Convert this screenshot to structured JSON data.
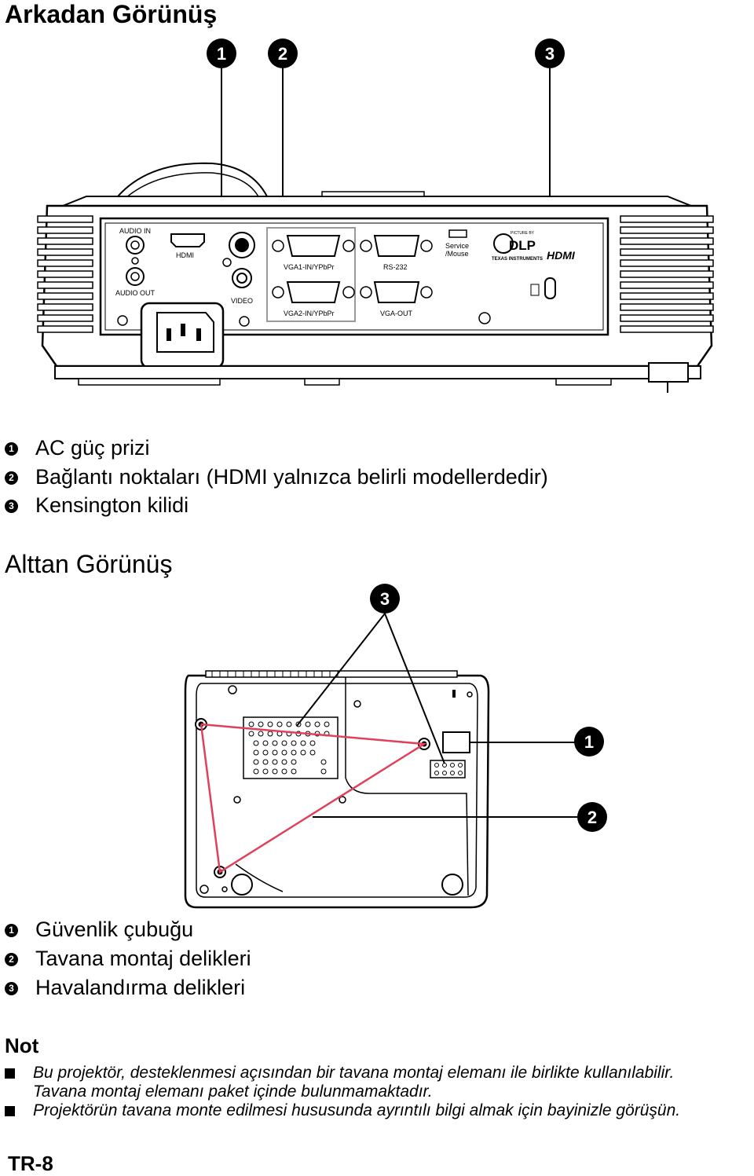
{
  "rear": {
    "title": "Arkadan Görünüş",
    "callouts": [
      "1",
      "2",
      "3"
    ],
    "panel_labels": {
      "audio_in": "AUDIO IN",
      "audio_out": "AUDIO OUT",
      "hdmi": "HDMI",
      "video": "VIDEO",
      "vga1": "VGA1-IN/YPbPr",
      "vga2": "VGA2-IN/YPbPr",
      "rs232": "RS-232",
      "vga_out": "VGA-OUT",
      "service": "Service",
      "mouse": "/Mouse",
      "picture_by": "PICTURE BY",
      "dlp": "DLP",
      "texas": "TEXAS INSTRUMENTS",
      "hdmi_logo": "HDMI"
    },
    "legend": [
      {
        "num": "1",
        "text": "AC güç prizi"
      },
      {
        "num": "2",
        "text": "Bağlantı noktaları (HDMI yalnızca belirli modellerdedir)"
      },
      {
        "num": "3",
        "text": "Kensington kilidi"
      }
    ]
  },
  "bottom": {
    "title": "Alttan Görünüş",
    "callouts": [
      "3",
      "1",
      "2"
    ],
    "legend": [
      {
        "num": "1",
        "text": "Güvenlik çubuğu"
      },
      {
        "num": "2",
        "text": "Tavana montaj delikleri"
      },
      {
        "num": "3",
        "text": "Havalandırma delikleri"
      }
    ]
  },
  "note": {
    "title": "Not",
    "items": [
      "Bu projektör, desteklenmesi açısından bir tavana montaj elemanı ile birlikte kullanılabilir.",
      "Tavana montaj elemanı paket içinde bulunmamaktadır.",
      "Projektörün tavana monte edilmesi hususunda ayrıntılı bilgi almak için bayinizle görüşün."
    ]
  },
  "page_number": "TR-8"
}
